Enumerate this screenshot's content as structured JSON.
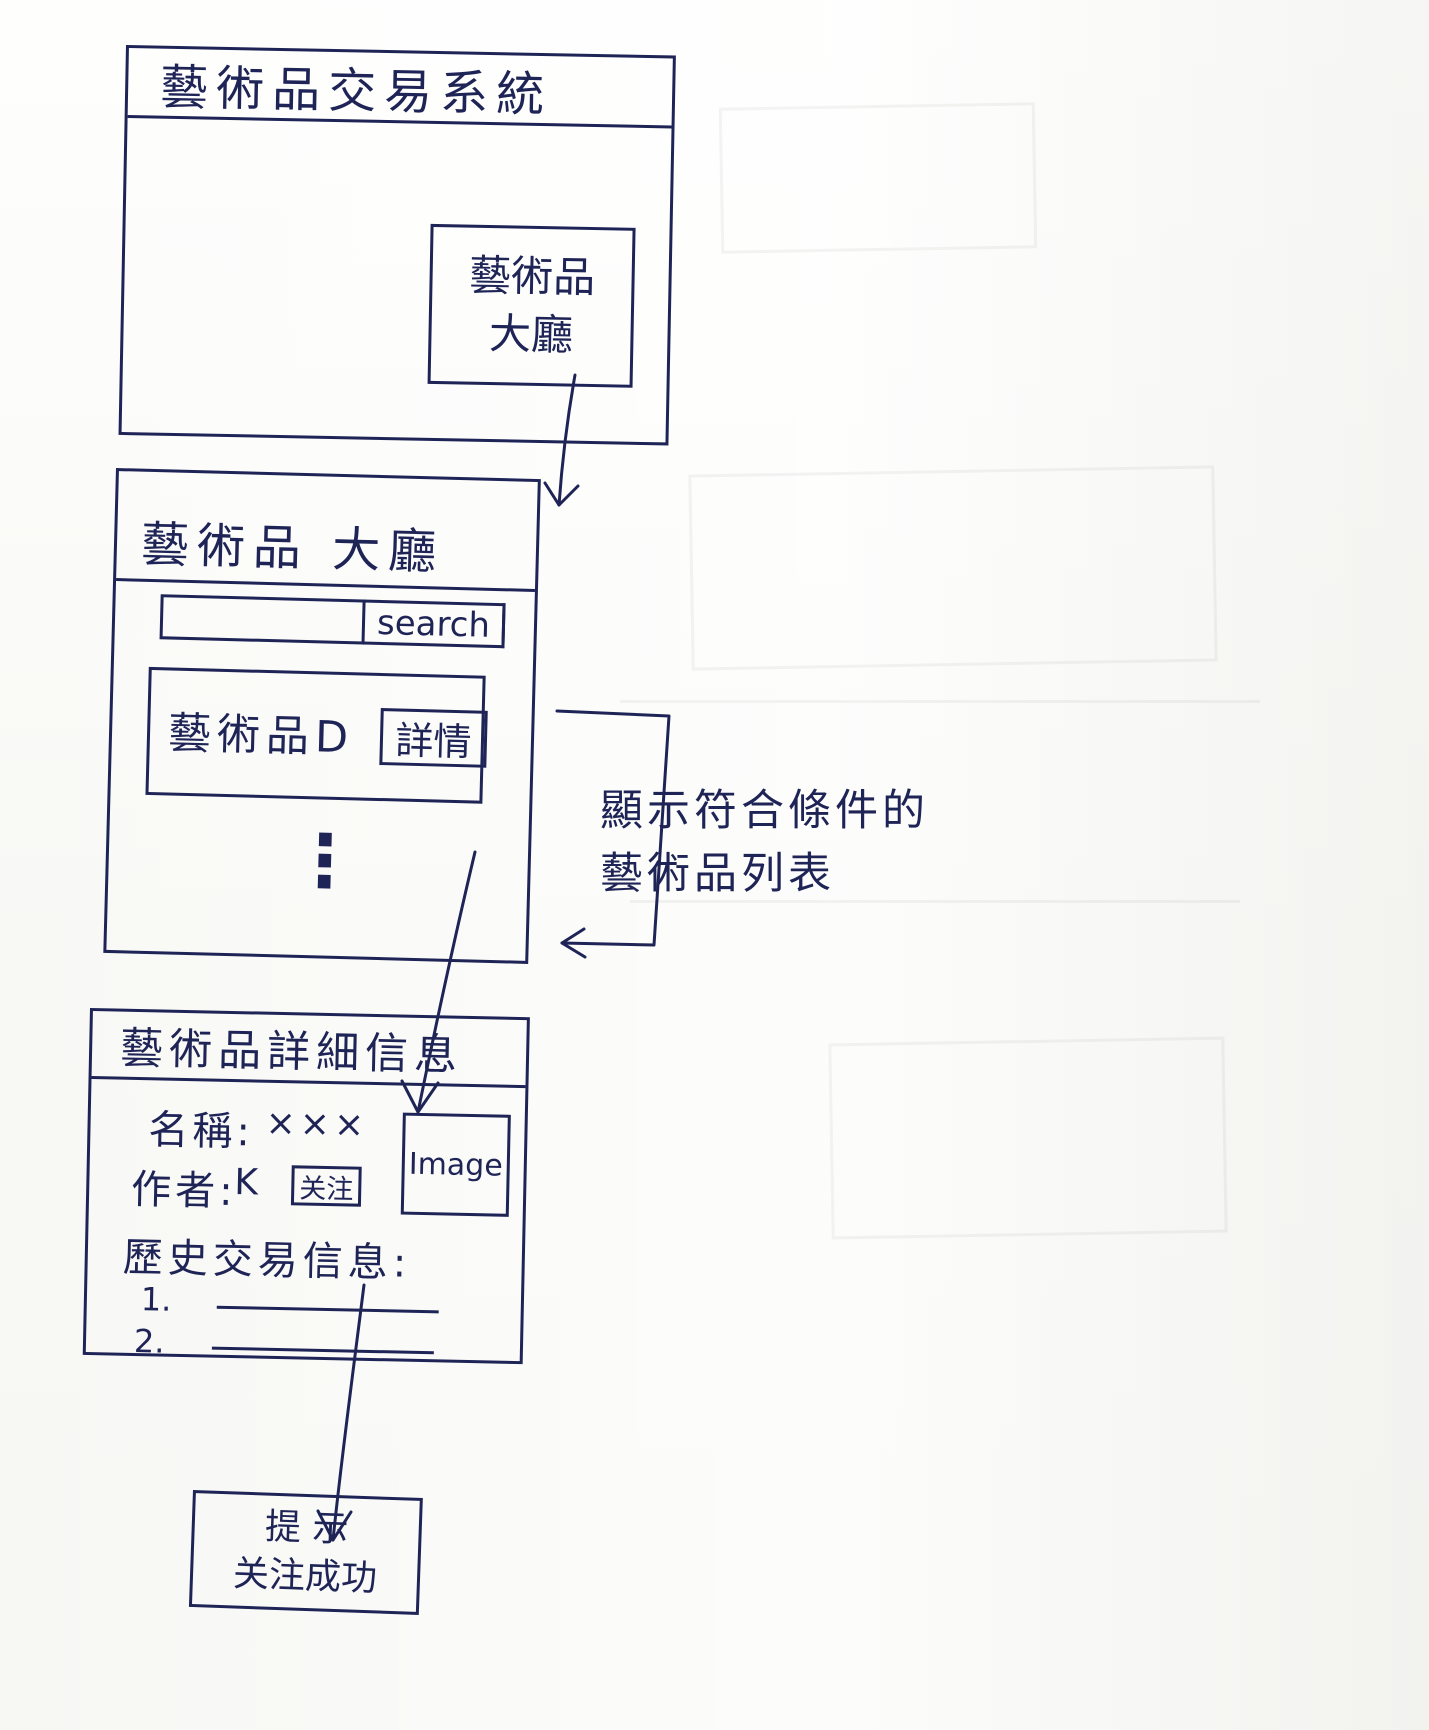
{
  "screens": {
    "home": {
      "title": "藝術品交易系統",
      "hall_button_line1": "藝術品",
      "hall_button_line2": "大廳"
    },
    "hall": {
      "title": "藝術品 大廳",
      "search_label": "search",
      "item_label": "藝術品D",
      "details_button": "詳情",
      "ellipsis": "⋮"
    },
    "detail": {
      "title": "藝術品詳細信息",
      "name_label": "名稱:",
      "name_value": "×××",
      "author_label": "作者:",
      "author_value": "K",
      "follow_button": "关注",
      "image_label": "Image",
      "history_label": "歷史交易信息:",
      "history_items": [
        "1.",
        "2."
      ]
    },
    "toast": {
      "line1": "提 示",
      "line2": "关注成功"
    }
  },
  "annotation": {
    "line1": "顯示符合條件的",
    "line2": "藝術品列表"
  },
  "colors": {
    "ink": "#1f2457",
    "paper": "#fbfbf8"
  },
  "icons": {
    "arrow": "arrow-icon",
    "list_dots": "vertical-ellipsis-icon"
  }
}
